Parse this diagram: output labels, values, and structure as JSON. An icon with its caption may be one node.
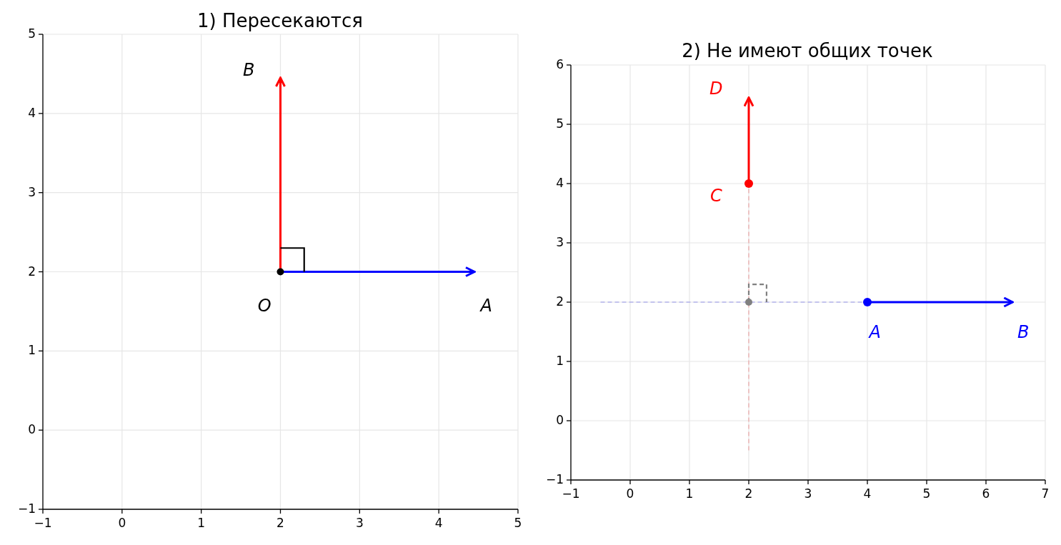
{
  "diagram": {
    "nodes": [
      {
        "text": [
          "1) Пересекаются"
        ]
      },
      {
        "text": [
          "O"
        ],
        "in": 0
      },
      {
        "text": [
          "A"
        ],
        "in": 0
      },
      {
        "text": [
          "B"
        ],
        "in": 0
      },
      {
        "text": [
          "2) Не имеют общих точек"
        ]
      },
      {
        "text": [
          "A"
        ],
        "in": 4
      },
      {
        "text": [
          "B"
        ],
        "in": 4
      },
      {
        "text": [
          "C"
        ],
        "in": 4
      },
      {
        "text": [
          "D"
        ],
        "in": 4
      }
    ],
    "edges": [
      {
        "from": 1,
        "to": 2,
        "arrow": "to",
        "color": "#0000ff"
      },
      {
        "from": 1,
        "to": 3,
        "arrow": "to",
        "color": "#ff0000"
      },
      {
        "from": 5,
        "to": 6,
        "arrow": "to",
        "color": "#0000ff"
      },
      {
        "from": 7,
        "to": 8,
        "arrow": "to",
        "color": "#ff0000"
      },
      {
        "from": null,
        "to": 5,
        "arrow": "none",
        "style": "dashed",
        "color": "#b4b4ec"
      },
      {
        "from": null,
        "to": 7,
        "arrow": "none",
        "style": "dashed",
        "color": "#ecb4b4"
      }
    ],
    "labels": [
      "5",
      "4",
      "3",
      "2",
      "1",
      "0",
      "−1",
      "−1",
      "0",
      "1",
      "2",
      "3",
      "4",
      "5",
      "6",
      "5",
      "4",
      "3",
      "2",
      "1",
      "0",
      "−1",
      "−1",
      "0",
      "1",
      "2",
      "3",
      "4",
      "5",
      "6",
      "7"
    ]
  }
}
